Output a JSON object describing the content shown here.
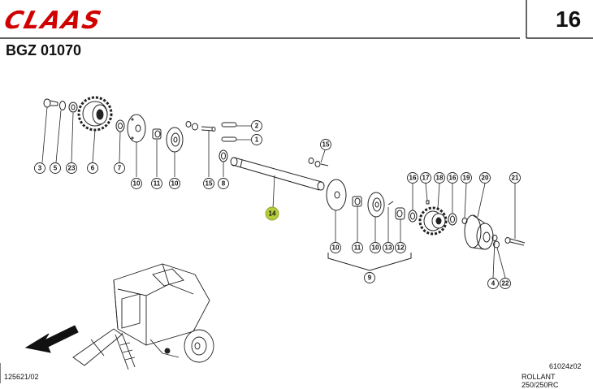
{
  "header": {
    "brand": "CLAAS",
    "page_number": "16",
    "group_code": "BGZ 01070"
  },
  "footer": {
    "left_code": "125621/02",
    "right_code": "61024z02",
    "model": "ROLLANT 250/250RC"
  },
  "callouts": {
    "c3": "3",
    "c5": "5",
    "c23": "23",
    "c6": "6",
    "c7": "7",
    "c10a": "10",
    "c11a": "11",
    "c10b": "10",
    "c15a": "15",
    "c8": "8",
    "c2": "2",
    "c1": "1",
    "c14": "14",
    "c15b": "15",
    "c10c": "10",
    "c11b": "11",
    "c10d": "10",
    "c13": "13",
    "c12": "12",
    "c9": "9",
    "c16a": "16",
    "c17": "17",
    "c18": "18",
    "c16b": "16",
    "c19": "19",
    "c20": "20",
    "c21": "21",
    "c4": "4",
    "c22": "22"
  },
  "colors": {
    "brand_red": "#d10000",
    "highlight": "#b5cc3c"
  }
}
